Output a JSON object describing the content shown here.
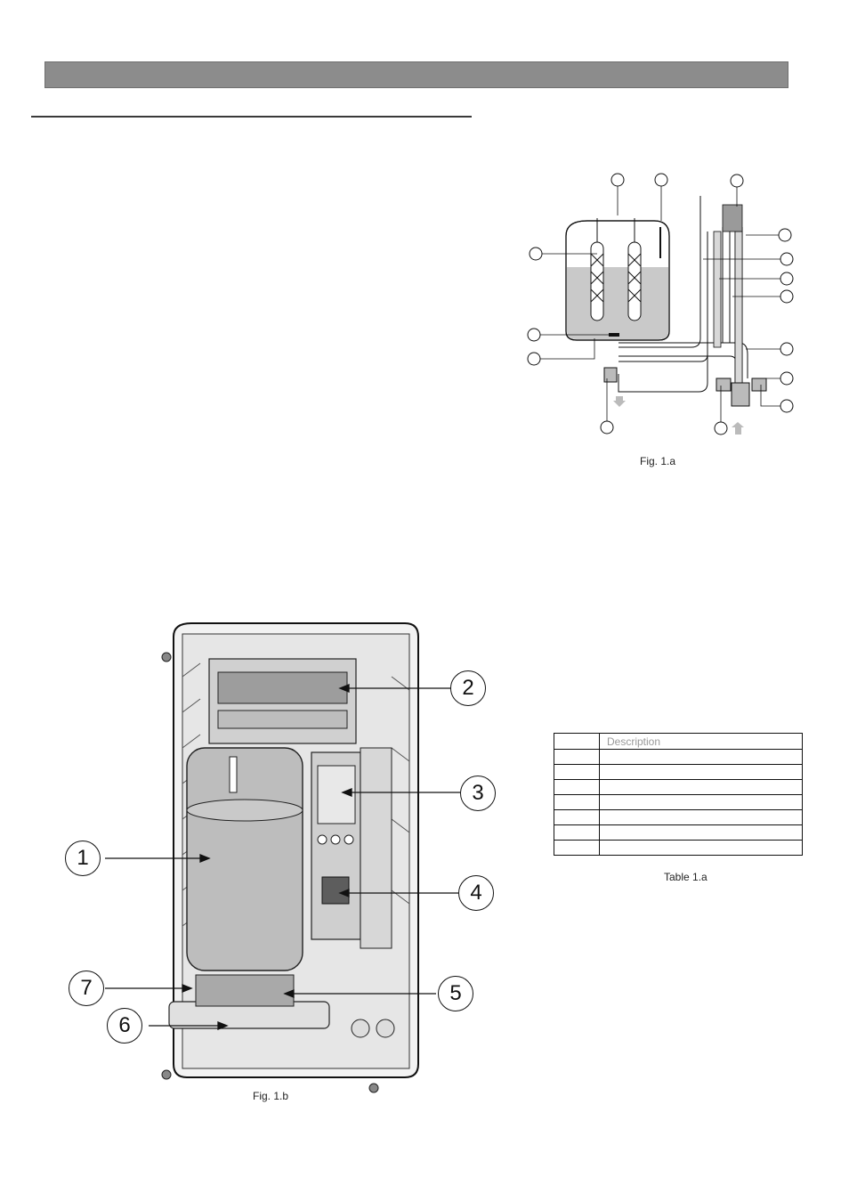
{
  "figure_a": {
    "caption": "Fig. 1.a"
  },
  "figure_b": {
    "caption": "Fig. 1.b",
    "callouts": [
      "1",
      "2",
      "3",
      "4",
      "5",
      "6",
      "7"
    ]
  },
  "table": {
    "caption": "Table 1.a",
    "header": {
      "num": "",
      "desc": "Description"
    },
    "rows": [
      {
        "num": "",
        "desc": ""
      },
      {
        "num": "",
        "desc": ""
      },
      {
        "num": "",
        "desc": ""
      },
      {
        "num": "",
        "desc": ""
      },
      {
        "num": "",
        "desc": ""
      },
      {
        "num": "",
        "desc": ""
      },
      {
        "num": "",
        "desc": ""
      }
    ]
  }
}
